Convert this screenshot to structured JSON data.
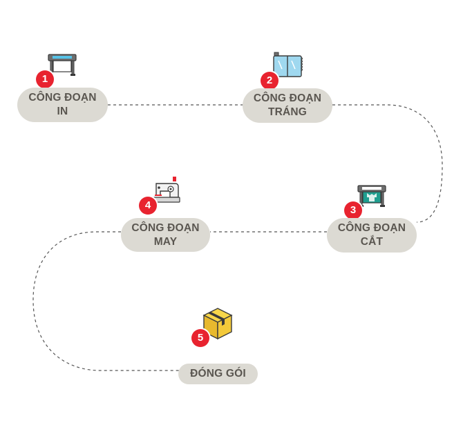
{
  "steps": [
    {
      "number": "1",
      "line1": "CÔNG ĐOẠN",
      "line2": "IN",
      "icon": "printer-icon"
    },
    {
      "number": "2",
      "line1": "CÔNG ĐOẠN",
      "line2": "TRÁNG",
      "icon": "coating-frame-icon"
    },
    {
      "number": "3",
      "line1": "CÔNG ĐOẠN",
      "line2": "CẮT",
      "icon": "cutting-plotter-icon"
    },
    {
      "number": "4",
      "line1": "CÔNG ĐOẠN",
      "line2": "MAY",
      "icon": "sewing-machine-icon"
    },
    {
      "number": "5",
      "line1": "ĐÓNG GÓI",
      "line2": "",
      "icon": "package-box-icon"
    }
  ],
  "colors": {
    "badge": "#e8232f",
    "pill": "#dcdad3",
    "text": "#5a5650",
    "connector": "#555555"
  }
}
